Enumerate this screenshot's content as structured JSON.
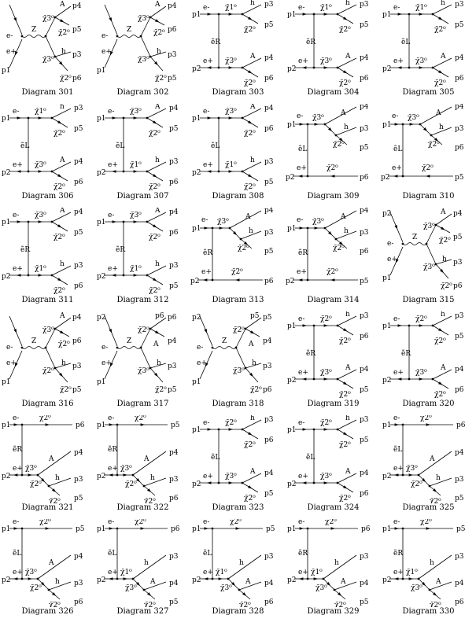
{
  "page": {
    "caption_prefix": "Diagram"
  },
  "diagrams": [
    {
      "number": "301",
      "kind": "s",
      "labels": {
        "in1": "e-",
        "in2": "e+",
        "p_in1": "",
        "p_in2": "p1",
        "mid": "Z",
        "c1": "χ̃3⁰",
        "c2": "χ̃3⁰",
        "out1a": "A",
        "out1b": "χ̃2⁰",
        "out2a": "h",
        "out2b": "χ̃2⁰",
        "p1a": "p4",
        "p1b": "p5",
        "p2a": "p3",
        "p2b": "p6"
      }
    },
    {
      "number": "302",
      "kind": "s",
      "labels": {
        "in1": "e-",
        "in2": "e+",
        "p_in1": "",
        "p_in2": "p1",
        "mid": "Z",
        "c1": "χ̃3⁰",
        "c2": "χ̃3⁰",
        "out1a": "A",
        "out1b": "χ̃2⁰",
        "out2a": "h",
        "out2b": "χ̃2⁰",
        "p1a": "p4",
        "p1b": "p6",
        "p2a": "p3",
        "p2b": "p5"
      }
    },
    {
      "number": "303",
      "kind": "t",
      "labels": {
        "in1": "e-",
        "in2": "e+",
        "p_in1": "p1",
        "p_in2": "p2",
        "mid": "ẽR",
        "c1": "χ̃1⁰",
        "c2": "χ̃3⁰",
        "out1a": "h",
        "out1b": "χ̃2⁰",
        "out2a": "A",
        "out2b": "χ̃2⁰",
        "p1a": "p3",
        "p1b": "p5",
        "p2a": "p4",
        "p2b": "p6"
      }
    },
    {
      "number": "304",
      "kind": "t",
      "labels": {
        "in1": "e-",
        "in2": "e+",
        "p_in1": "p1",
        "p_in2": "p2",
        "mid": "ẽR",
        "c1": "χ̃1⁰",
        "c2": "χ̃3⁰",
        "out1a": "h",
        "out1b": "χ̃2⁰",
        "out2a": "A",
        "out2b": "χ̃2⁰",
        "p1a": "p3",
        "p1b": "p5",
        "p2a": "p4",
        "p2b": "p6"
      }
    },
    {
      "number": "305",
      "kind": "t",
      "labels": {
        "in1": "e-",
        "in2": "e+",
        "p_in1": "p1",
        "p_in2": "p2",
        "mid": "ẽL",
        "c1": "χ̃1⁰",
        "c2": "χ̃3⁰",
        "out1a": "h",
        "out1b": "χ̃2⁰",
        "out2a": "A",
        "out2b": "χ̃2⁰",
        "p1a": "p3",
        "p1b": "p5",
        "p2a": "p4",
        "p2b": "p6"
      }
    },
    {
      "number": "306",
      "kind": "t",
      "labels": {
        "in1": "e-",
        "in2": "e+",
        "p_in1": "p1",
        "p_in2": "p2",
        "mid": "ẽL",
        "c1": "χ̃1⁰",
        "c2": "χ̃3⁰",
        "out1a": "h",
        "out1b": "χ̃2⁰",
        "out2a": "A",
        "out2b": "χ̃2⁰",
        "p1a": "p3",
        "p1b": "p5",
        "p2a": "p4",
        "p2b": "p6"
      }
    },
    {
      "number": "307",
      "kind": "t",
      "labels": {
        "in1": "e-",
        "in2": "e+",
        "p_in1": "p1",
        "p_in2": "p2",
        "mid": "ẽL",
        "c1": "χ̃3⁰",
        "c2": "χ̃1⁰",
        "out1a": "A",
        "out1b": "χ̃2⁰",
        "out2a": "h",
        "out2b": "χ̃2⁰",
        "p1a": "p4",
        "p1b": "p5",
        "p2a": "p3",
        "p2b": "p6"
      }
    },
    {
      "number": "308",
      "kind": "t",
      "labels": {
        "in1": "e-",
        "in2": "e+",
        "p_in1": "p1",
        "p_in2": "p2",
        "mid": "ẽL",
        "c1": "χ̃3⁰",
        "c2": "χ̃1⁰",
        "out1a": "A",
        "out1b": "χ̃2⁰",
        "out2a": "h",
        "out2b": "χ̃2⁰",
        "p1a": "p4",
        "p1b": "p6",
        "p2a": "p3",
        "p2b": "p5"
      }
    },
    {
      "number": "309",
      "kind": "t3",
      "labels": {
        "in1": "e-",
        "in2": "e+",
        "p_in1": "p1",
        "p_in2": "p2",
        "mid": "ẽL",
        "c1": "χ̃3⁰",
        "c2": "χ̃2⁰",
        "out1a": "A",
        "out1b": "h",
        "out2a": "χ̃2⁰",
        "out2b": "",
        "p1a": "p4",
        "p1b": "p3",
        "p2a": "p5",
        "p2b": "p6"
      }
    },
    {
      "number": "310",
      "kind": "t3",
      "labels": {
        "in1": "e-",
        "in2": "e+",
        "p_in1": "p1",
        "p_in2": "p2",
        "mid": "ẽL",
        "c1": "χ̃3⁰",
        "c2": "χ̃2⁰",
        "out1a": "A",
        "out1b": "h",
        "out2a": "χ̃2⁰",
        "out2b": "",
        "p1a": "p4",
        "p1b": "p3",
        "p2a": "p6",
        "p2b": "p5"
      }
    },
    {
      "number": "311",
      "kind": "t",
      "labels": {
        "in1": "e-",
        "in2": "e+",
        "p_in1": "p1",
        "p_in2": "p2",
        "mid": "ẽR",
        "c1": "χ̃3⁰",
        "c2": "χ̃1⁰",
        "out1a": "A",
        "out1b": "χ̃2⁰",
        "out2a": "h",
        "out2b": "χ̃2⁰",
        "p1a": "p4",
        "p1b": "p5",
        "p2a": "p3",
        "p2b": "p6"
      }
    },
    {
      "number": "312",
      "kind": "t",
      "labels": {
        "in1": "e-",
        "in2": "e+",
        "p_in1": "p1",
        "p_in2": "p2",
        "mid": "ẽR",
        "c1": "χ̃3⁰",
        "c2": "χ̃1⁰",
        "out1a": "A",
        "out1b": "χ̃2⁰",
        "out2a": "h",
        "out2b": "χ̃2⁰",
        "p1a": "p4",
        "p1b": "p6",
        "p2a": "p3",
        "p2b": "p5"
      }
    },
    {
      "number": "313",
      "kind": "t3",
      "labels": {
        "in1": "e-",
        "in2": "e+",
        "p_in1": "p1",
        "p_in2": "p2",
        "mid": "ẽR",
        "c1": "χ̃3⁰",
        "c2": "χ̃2⁰",
        "out1a": "A",
        "out1b": "h",
        "out2a": "χ̃2⁰",
        "out2b": "",
        "p1a": "p4",
        "p1b": "p3",
        "p2a": "p5",
        "p2b": "p6"
      }
    },
    {
      "number": "314",
      "kind": "t3",
      "labels": {
        "in1": "e-",
        "in2": "e+",
        "p_in1": "p1",
        "p_in2": "p2",
        "mid": "ẽR",
        "c1": "χ̃3⁰",
        "c2": "χ̃2⁰",
        "out1a": "A",
        "out1b": "h",
        "out2a": "χ̃2⁰",
        "out2b": "",
        "p1a": "p4",
        "p1b": "p3",
        "p2a": "p6",
        "p2b": "p5"
      }
    },
    {
      "number": "315",
      "kind": "s",
      "labels": {
        "in1": "e-",
        "in2": "e+",
        "p_in1": "p2",
        "p_in2": "p1",
        "mid": "Z",
        "c1": "χ̃3⁰",
        "c2": "χ̃3⁰",
        "out1a": "A",
        "out1b": "χ̃2⁰",
        "out2a": "h",
        "out2b": "χ̃2⁰",
        "p1a": "p4",
        "p1b": "p5",
        "p2a": "p3",
        "p2b": "p6"
      }
    },
    {
      "number": "316",
      "kind": "s",
      "labels": {
        "in1": "e-",
        "in2": "e+",
        "p_in1": "",
        "p_in2": "p1",
        "mid": "Z",
        "c1": "χ̃3⁰",
        "c2": "χ̃2⁰",
        "out1a": "A",
        "out1b": "χ̃2⁰",
        "out2a": "h",
        "out2b": "χ̃2⁰",
        "p1a": "p4",
        "p1b": "p6",
        "p2a": "p3",
        "p2b": "p5"
      }
    },
    {
      "number": "317",
      "kind": "s",
      "labels": {
        "in1": "e-",
        "in2": "e+",
        "p_in1": "p2",
        "p_in2": "p1",
        "mid": "Z",
        "c1": "χ̃2⁰",
        "c2": "χ̃3⁰",
        "out1a": "p6",
        "out1b": "A",
        "out2a": "h",
        "out2b": "χ̃2⁰",
        "p1a": "p6",
        "p1b": "p4",
        "p2a": "p3",
        "p2b": "p5"
      }
    },
    {
      "number": "318",
      "kind": "s",
      "labels": {
        "in1": "e-",
        "in2": "e+",
        "p_in1": "p2",
        "p_in2": "p1",
        "mid": "Z",
        "c1": "χ̃2⁰",
        "c2": "χ̃3⁰",
        "out1a": "p5",
        "out1b": "A",
        "out2a": "h",
        "out2b": "χ̃2⁰",
        "p1a": "p5",
        "p1b": "p4",
        "p2a": "p3",
        "p2b": "p6"
      }
    },
    {
      "number": "319",
      "kind": "t",
      "labels": {
        "in1": "e-",
        "in2": "e+",
        "p_in1": "p1",
        "p_in2": "p2",
        "mid": "ẽR",
        "c1": "χ̃2⁰",
        "c2": "χ̃3⁰",
        "out1a": "h",
        "out1b": "χ̃2⁰",
        "out2a": "A",
        "out2b": "χ̃2⁰",
        "p1a": "p3",
        "p1b": "p6",
        "p2a": "p4",
        "p2b": "p5"
      }
    },
    {
      "number": "320",
      "kind": "t",
      "labels": {
        "in1": "e-",
        "in2": "e+",
        "p_in1": "p1",
        "p_in2": "p2",
        "mid": "ẽR",
        "c1": "χ̃2⁰",
        "c2": "χ̃3⁰",
        "out1a": "h",
        "out1b": "χ̃2⁰",
        "out2a": "A",
        "out2b": "χ̃2⁰",
        "p1a": "p3",
        "p1b": "p5",
        "p2a": "p4",
        "p2b": "p6"
      }
    },
    {
      "number": "321",
      "kind": "t4",
      "labels": {
        "in1": "e-",
        "in2": "e+",
        "p_in1": "p1",
        "p_in2": "p2",
        "mid": "ẽR",
        "c1": "χ̃2⁰",
        "c2": "χ̃3⁰",
        "out1a": "A",
        "out1b": "χ̃2⁰",
        "out2a": "h",
        "out2b": "χ̃2⁰",
        "p1a": "p6",
        "p1b": "p4",
        "p2a": "p3",
        "p2b": "p5"
      }
    },
    {
      "number": "322",
      "kind": "t4",
      "labels": {
        "in1": "e-",
        "in2": "e+",
        "p_in1": "p1",
        "p_in2": "p2",
        "mid": "ẽR",
        "c1": "χ̃2⁰",
        "c2": "χ̃3⁰",
        "out1a": "A",
        "out1b": "χ̃2⁰",
        "out2a": "h",
        "out2b": "χ̃2⁰",
        "p1a": "p5",
        "p1b": "p4",
        "p2a": "p3",
        "p2b": "p6"
      }
    },
    {
      "number": "323",
      "kind": "t",
      "labels": {
        "in1": "e-",
        "in2": "e+",
        "p_in1": "p1",
        "p_in2": "p2",
        "mid": "ẽL",
        "c1": "χ̃2⁰",
        "c2": "χ̃3⁰",
        "out1a": "h",
        "out1b": "χ̃2⁰",
        "out2a": "A",
        "out2b": "χ̃2⁰",
        "p1a": "p3",
        "p1b": "p6",
        "p2a": "p4",
        "p2b": "p5"
      }
    },
    {
      "number": "324",
      "kind": "t",
      "labels": {
        "in1": "e-",
        "in2": "e+",
        "p_in1": "p1",
        "p_in2": "p2",
        "mid": "ẽL",
        "c1": "χ̃2⁰",
        "c2": "χ̃3⁰",
        "out1a": "h",
        "out1b": "χ̃2⁰",
        "out2a": "A",
        "out2b": "χ̃2⁰",
        "p1a": "p3",
        "p1b": "p5",
        "p2a": "p4",
        "p2b": "p6"
      }
    },
    {
      "number": "325",
      "kind": "t4",
      "labels": {
        "in1": "e-",
        "in2": "e+",
        "p_in1": "p1",
        "p_in2": "p2",
        "mid": "ẽL",
        "c1": "χ̃2⁰",
        "c2": "χ̃3⁰",
        "out1a": "A",
        "out1b": "χ̃2⁰",
        "out2a": "h",
        "out2b": "χ̃2⁰",
        "p1a": "p6",
        "p1b": "p4",
        "p2a": "p3",
        "p2b": "p5"
      }
    },
    {
      "number": "326",
      "kind": "t4",
      "labels": {
        "in1": "e-",
        "in2": "e+",
        "p_in1": "p1",
        "p_in2": "p2",
        "mid": "ẽL",
        "c1": "χ̃2⁰",
        "c2": "χ̃3⁰",
        "out1a": "A",
        "out1b": "χ̃2⁰",
        "out2a": "h",
        "out2b": "χ̃2⁰",
        "p1a": "p5",
        "p1b": "p4",
        "p2a": "p3",
        "p2b": "p6"
      }
    },
    {
      "number": "327",
      "kind": "t4",
      "labels": {
        "in1": "e-",
        "in2": "e+",
        "p_in1": "p1",
        "p_in2": "p2",
        "mid": "ẽL",
        "c1": "χ̃2⁰",
        "c2": "χ̃1⁰",
        "out1a": "h",
        "out1b": "χ̃3⁰",
        "out2a": "A",
        "out2b": "χ̃2⁰",
        "p1a": "p6",
        "p1b": "p3",
        "p2a": "p4",
        "p2b": "p5"
      }
    },
    {
      "number": "328",
      "kind": "t4",
      "labels": {
        "in1": "e-",
        "in2": "e+",
        "p_in1": "p1",
        "p_in2": "p2",
        "mid": "ẽL",
        "c1": "χ̃2⁰",
        "c2": "χ̃1⁰",
        "out1a": "h",
        "out1b": "χ̃3⁰",
        "out2a": "A",
        "out2b": "χ̃2⁰",
        "p1a": "p5",
        "p1b": "p3",
        "p2a": "p4",
        "p2b": "p6"
      }
    },
    {
      "number": "329",
      "kind": "t4",
      "labels": {
        "in1": "e-",
        "in2": "e+",
        "p_in1": "p1",
        "p_in2": "p2",
        "mid": "ẽR",
        "c1": "χ̃2⁰",
        "c2": "χ̃1⁰",
        "out1a": "h",
        "out1b": "χ̃3⁰",
        "out2a": "A",
        "out2b": "χ̃2⁰",
        "p1a": "p6",
        "p1b": "p3",
        "p2a": "p4",
        "p2b": "p5"
      }
    },
    {
      "number": "330",
      "kind": "t4",
      "labels": {
        "in1": "e-",
        "in2": "e+",
        "p_in1": "p1",
        "p_in2": "p2",
        "mid": "ẽR",
        "c1": "χ̃2⁰",
        "c2": "χ̃1⁰",
        "out1a": "h",
        "out1b": "χ̃3⁰",
        "out2a": "A",
        "out2b": "χ̃2⁰",
        "p1a": "p5",
        "p1b": "p3",
        "p2a": "p4",
        "p2b": "p6"
      }
    }
  ]
}
